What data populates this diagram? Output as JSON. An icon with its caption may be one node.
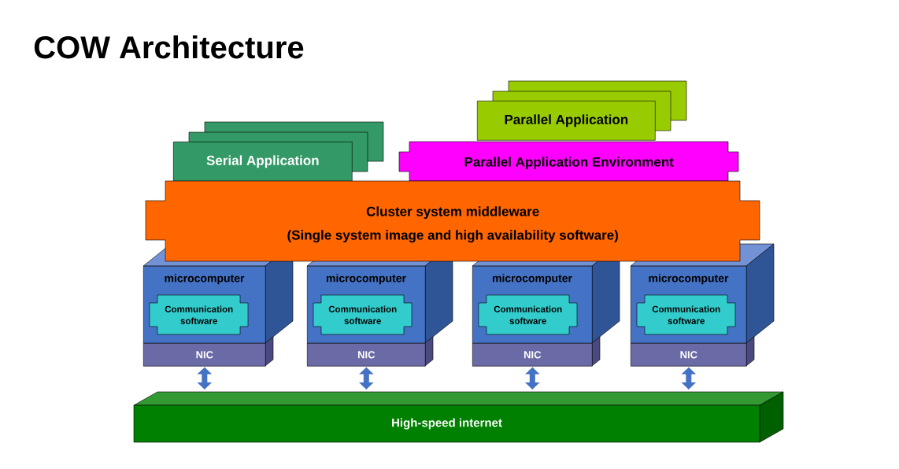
{
  "diagram": {
    "title": "COW Architecture",
    "nodes": [
      {
        "text": [
          "Serial Application"
        ]
      },
      {
        "text": [
          "Parallel Application"
        ]
      },
      {
        "text": [
          "Parallel Application Environment"
        ]
      },
      {
        "text": [
          "Cluster system middleware",
          "(Single system image and high availability software)"
        ]
      },
      {
        "text": [
          "microcomputer"
        ]
      },
      {
        "text": [
          "Communication software"
        ],
        "in": 4
      },
      {
        "text": [
          "NIC"
        ]
      },
      {
        "text": [
          "microcomputer"
        ]
      },
      {
        "text": [
          "Communication software"
        ],
        "in": 7
      },
      {
        "text": [
          "NIC"
        ]
      },
      {
        "text": [
          "microcomputer"
        ]
      },
      {
        "text": [
          "Communication software"
        ],
        "in": 10
      },
      {
        "text": [
          "NIC"
        ]
      },
      {
        "text": [
          "microcomputer"
        ]
      },
      {
        "text": [
          "Communication software"
        ],
        "in": 13
      },
      {
        "text": [
          "NIC"
        ]
      },
      {
        "text": [
          "High-speed internet"
        ]
      }
    ],
    "edges": [
      {
        "from": 6,
        "to": 16,
        "arrow": "both"
      },
      {
        "from": 9,
        "to": 16,
        "arrow": "both"
      },
      {
        "from": 12,
        "to": 16,
        "arrow": "both"
      },
      {
        "from": 15,
        "to": 16,
        "arrow": "both"
      }
    ]
  }
}
